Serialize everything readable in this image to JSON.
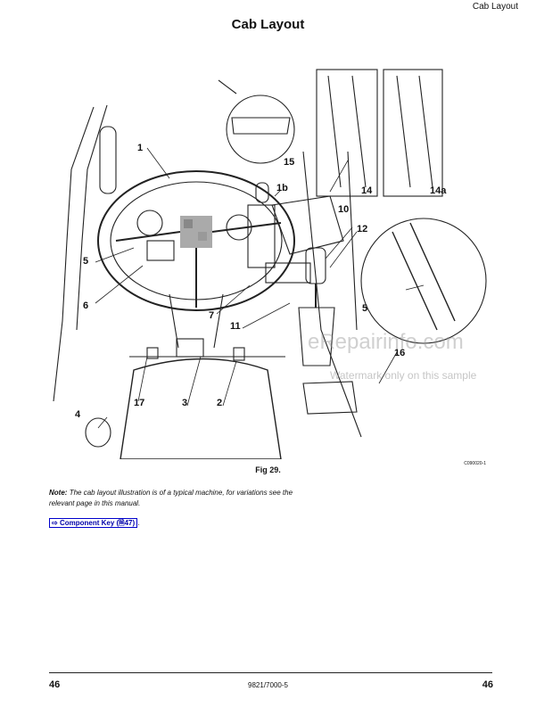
{
  "header": {
    "section": "Cab Layout",
    "title": "Cab Layout"
  },
  "figure": {
    "caption": "Fig 29.",
    "code": "C090020-1",
    "callouts": {
      "c1": "1",
      "c1b": "1b",
      "c2": "2",
      "c3": "3",
      "c4": "4",
      "c5a": "5",
      "c5b": "5",
      "c6": "6",
      "c7": "7",
      "c10": "10",
      "c11": "11",
      "c12": "12",
      "c14": "14",
      "c14a": "14a",
      "c15": "15",
      "c16": "16",
      "c17": "17"
    }
  },
  "note": {
    "label": "Note:",
    "text": "The cab layout illustration is of a typical machine, for variations see the relevant page in this manual."
  },
  "link": {
    "arrow": "⇨",
    "label": "Component Key",
    "page_ref": "47",
    "suffix": "."
  },
  "watermark": {
    "main": "eRepairinfo.com",
    "sub": "Watermark only on this sample"
  },
  "footer": {
    "page_left": "46",
    "doc_number": "9821/7000-5",
    "page_right": "46"
  }
}
